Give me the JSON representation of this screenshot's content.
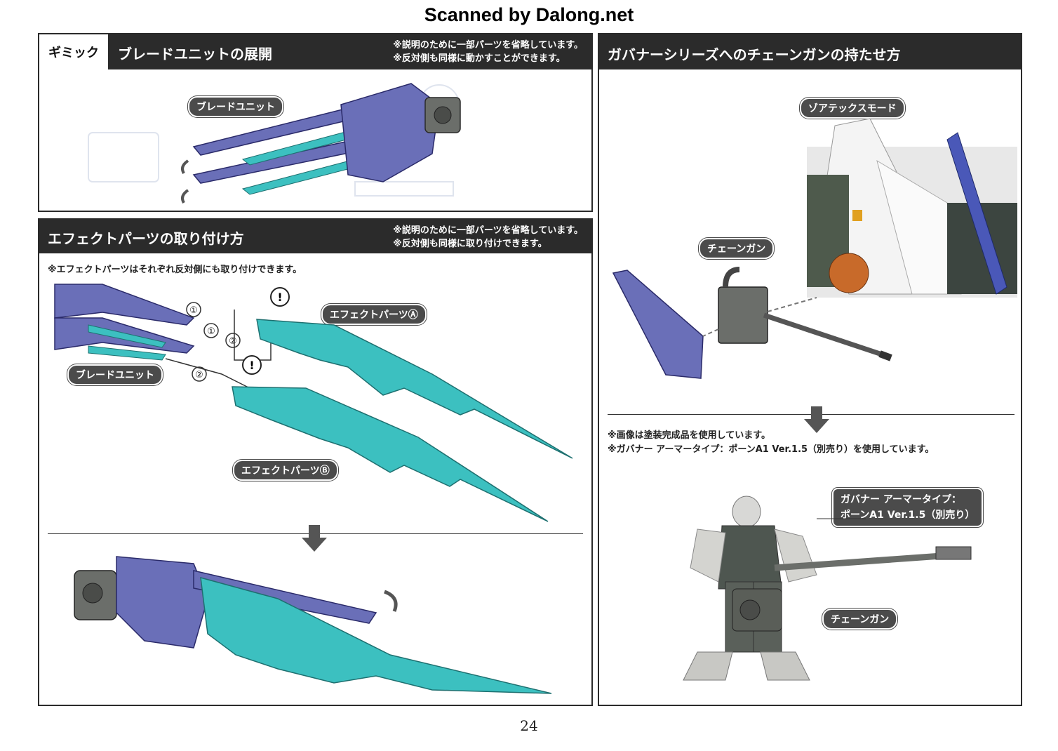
{
  "watermark": "Scanned by Dalong.net",
  "page_number": "24",
  "panel_gimmick": {
    "tag": "ギミック",
    "title": "ブレードユニットの展開",
    "notes": [
      "※説明のために一部パーツを省略しています。",
      "※反対側も同様に動かすことができます。"
    ],
    "label_blade_unit": "ブレードユニット"
  },
  "panel_effect": {
    "title": "エフェクトパーツの取り付け方",
    "notes": [
      "※説明のために一部パーツを省略しています。",
      "※反対側も同様に取り付けできます。"
    ],
    "sub_note": "※エフェクトパーツはそれぞれ反対側にも取り付けできます。",
    "label_effect_a": "エフェクトパーツⒶ",
    "label_effect_b": "エフェクトパーツⒷ",
    "label_blade_unit": "ブレードユニット",
    "steps": [
      "①",
      "①",
      "②",
      "②"
    ],
    "caution": "!"
  },
  "panel_chaingun": {
    "title": "ガバナーシリーズへのチェーンガンの持たせ方",
    "label_zoatex_mode": "ゾアテックスモード",
    "label_chaingun_top": "チェーンガン",
    "notes": [
      "※画像は塗装完成品を使用しています。",
      "※ガバナー アーマータイプ：ポーンA1 Ver.1.5（別売り）を使用しています。"
    ],
    "label_governor_line1": "ガバナー アーマータイプ：",
    "label_governor_line2": "ポーンA1 Ver.1.5（別売り）",
    "label_chaingun_bottom": "チェーンガン"
  },
  "colors": {
    "header_bg": "#2b2b2b",
    "blade_purple": "#6a6fb8",
    "effect_cyan": "#3cc0c0",
    "gray_part": "#6b6e6a"
  }
}
